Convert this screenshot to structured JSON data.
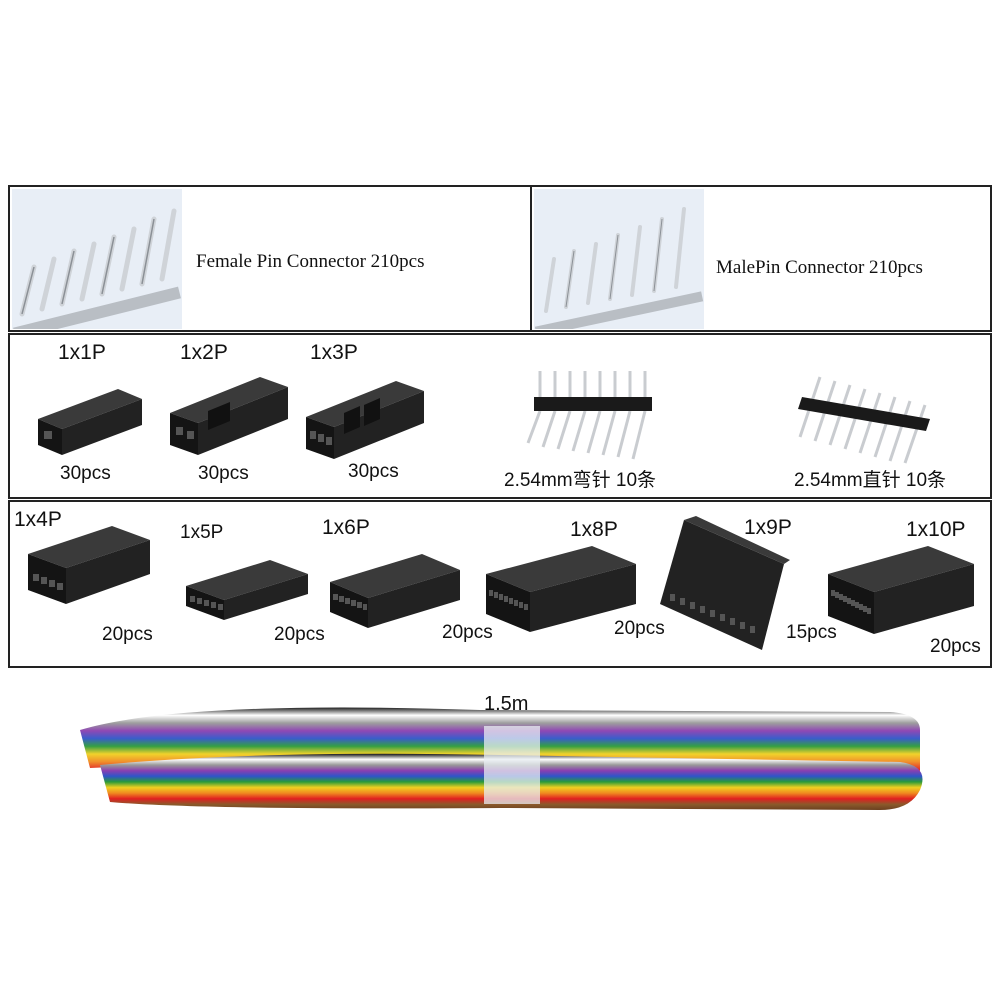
{
  "pins": {
    "female": {
      "label": "Female Pin Connector 210pcs"
    },
    "male": {
      "label": "MalePin Connector 210pcs"
    }
  },
  "housings_row1": [
    {
      "title": "1x1P",
      "qty": "30pcs"
    },
    {
      "title": "1x2P",
      "qty": "30pcs"
    },
    {
      "title": "1x3P",
      "qty": "30pcs"
    }
  ],
  "headers": [
    {
      "label": "2.54mm弯针 10条"
    },
    {
      "label": "2.54mm直针 10条"
    }
  ],
  "housings_row2": [
    {
      "title": "1x4P",
      "qty": "20pcs"
    },
    {
      "title": "1x5P",
      "qty": "20pcs"
    },
    {
      "title": "1x6P",
      "qty": "20pcs"
    },
    {
      "title": "1x8P",
      "qty": "20pcs"
    },
    {
      "title": "1x9P",
      "qty": "15pcs"
    },
    {
      "title": "1x10P",
      "qty": "20pcs"
    }
  ],
  "cable": {
    "length": "1.5m"
  },
  "colors": {
    "border": "#222222",
    "housing": "#1c1c1c",
    "pin_metal": "#c9ccd0",
    "photo_bg": "#e8eef6"
  }
}
